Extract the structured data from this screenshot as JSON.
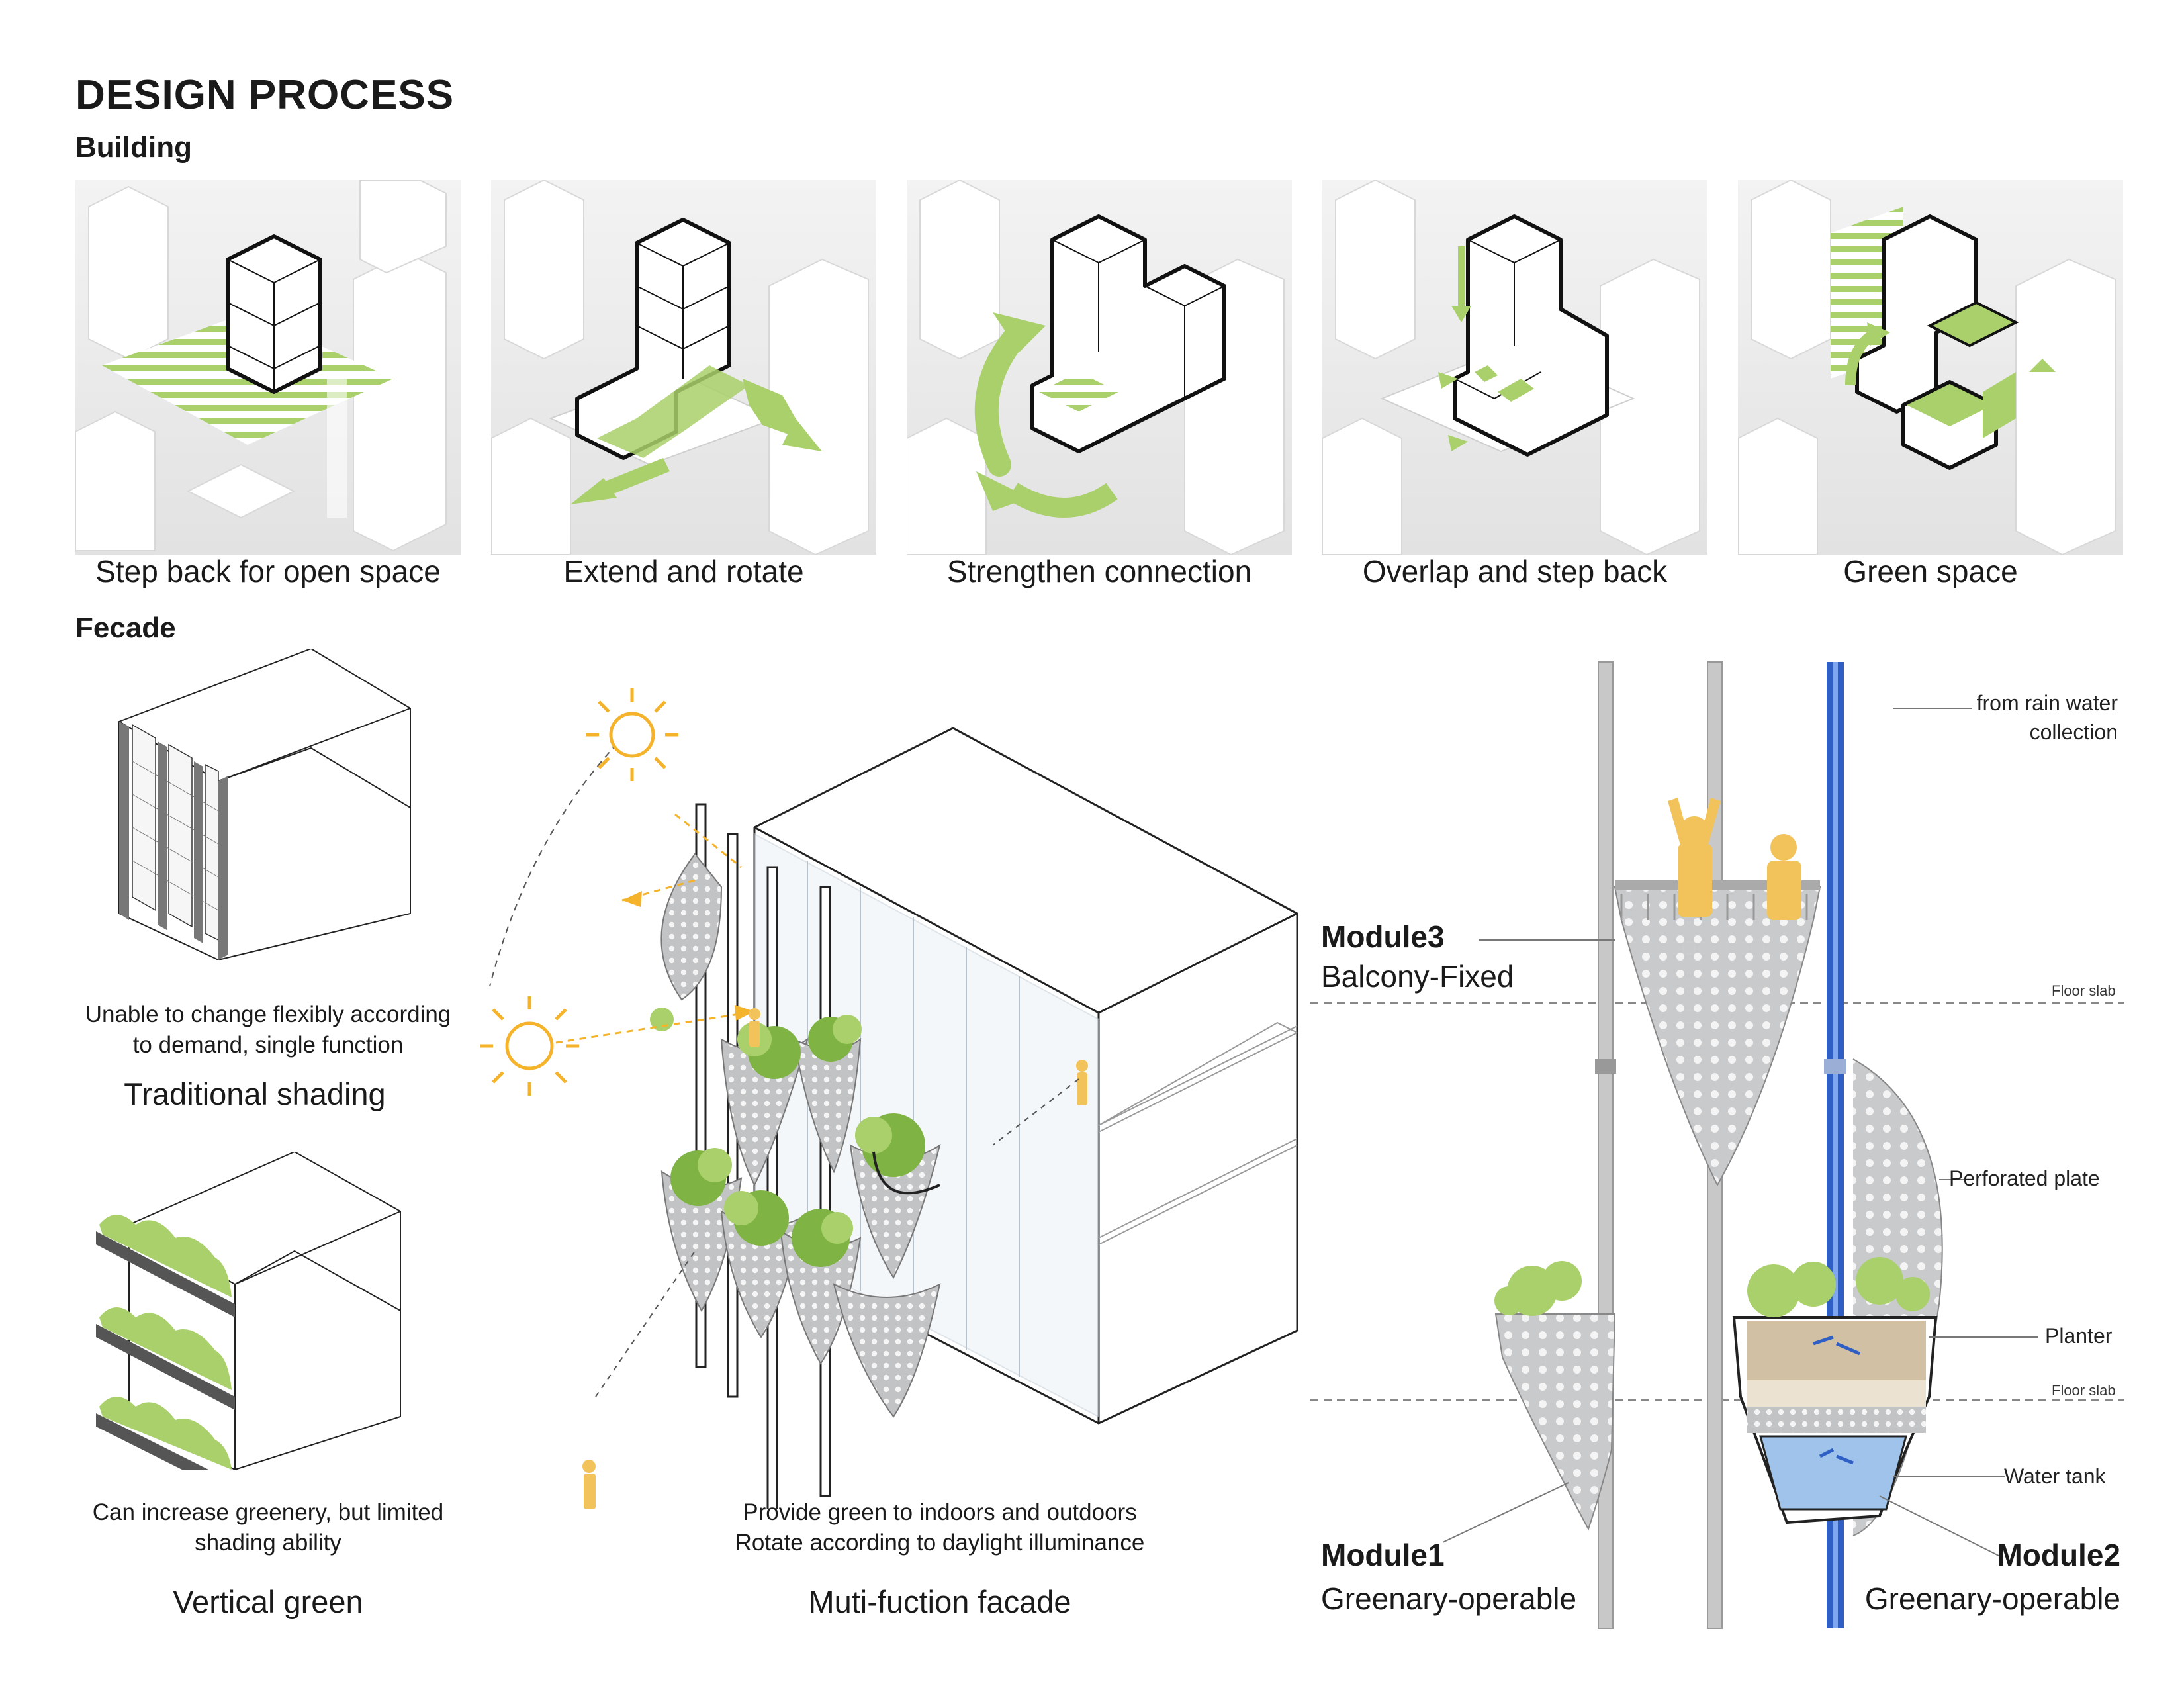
{
  "title": "DESIGN PROCESS",
  "building": {
    "heading": "Building",
    "steps": [
      {
        "caption": "Step back for open space"
      },
      {
        "caption": "Extend and rotate"
      },
      {
        "caption": "Strengthen connection"
      },
      {
        "caption": "Overlap and step back"
      },
      {
        "caption": "Green space"
      }
    ]
  },
  "facade": {
    "heading": "Fecade",
    "traditional": {
      "desc_line1": "Unable to change flexibly  according",
      "desc_line2": "to demand, single function",
      "caption": "Traditional shading"
    },
    "vertical": {
      "desc_line1": "Can increase greenery, but limited",
      "desc_line2": "shading ability",
      "caption": "Vertical green"
    },
    "multi": {
      "desc_line1": "Provide green to indoors and outdoors",
      "desc_line2": "Rotate according to daylight illuminance",
      "caption": "Muti-fuction facade"
    }
  },
  "modules": {
    "module3": {
      "name": "Module3",
      "sub": "Balcony-Fixed"
    },
    "module1": {
      "name": "Module1",
      "sub": "Greenary-operable"
    },
    "module2": {
      "name": "Module2",
      "sub": "Greenary-operable"
    },
    "annotations": {
      "rain_line1": "from rain water",
      "rain_line2": "collection",
      "perforated": "Perforated plate",
      "planter": "Planter",
      "water_tank": "Water tank",
      "floor_slab": "Floor slab"
    }
  },
  "colors": {
    "green": "#a9d06a",
    "green_dark": "#6fa83a",
    "sun": "#f4b32a",
    "pipe_blue": "#2f5fc4",
    "water": "#9fc3ea",
    "figure": "#f2c35a"
  }
}
